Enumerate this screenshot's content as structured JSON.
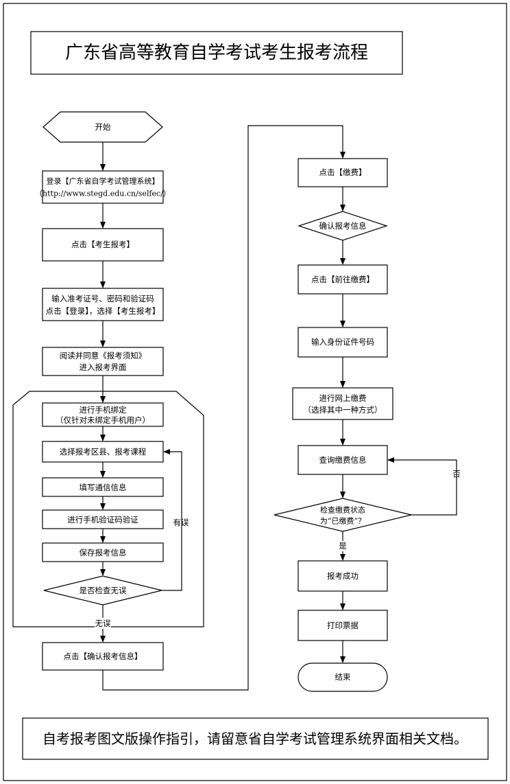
{
  "title": "广东省高等教育自学考试考生报考流程",
  "nodes": {
    "start": "开始",
    "login_1": "登录【广东省自学考试管理系统】",
    "login_2": "（http://www.stegd.edu.cn/selfec/）",
    "click_apply": "点击【考生报考】",
    "input_1": "输入准考证号、密码和验证码",
    "input_2": "点击【登录】，选择【考生报考】",
    "read_1": "阅读并同意《报考须知》",
    "read_2": "进入报考界面",
    "bind_1": "进行手机绑定",
    "bind_2": "（仅针对未绑定手机用户）",
    "select_region": "选择报考区县、报考课程",
    "fill_contact": "填写通信信息",
    "verify_sms": "进行手机验证码验证",
    "save_info": "保存报考信息",
    "check_ok": "是否检查无误",
    "confirm_info": "点击【确认报考信息】",
    "click_pay": "点击【缴费】",
    "confirm_diamond": "确认报考信息",
    "goto_pay": "点击【前往缴费】",
    "input_id": "输入身份证件号码",
    "online_pay_1": "进行网上缴费",
    "online_pay_2": "（选择其中一种方式）",
    "query_pay": "查询缴费信息",
    "check_status_1": "检查缴费状态",
    "check_status_2": "为“已缴费”？",
    "success": "报考成功",
    "print": "打印票据",
    "end": "结束"
  },
  "edge_labels": {
    "has_error": "有误",
    "no_error": "无误",
    "no": "否",
    "yes": "是"
  },
  "footer": "自考报考图文版操作指引，请留意省自学考试管理系统界面相关文档。"
}
